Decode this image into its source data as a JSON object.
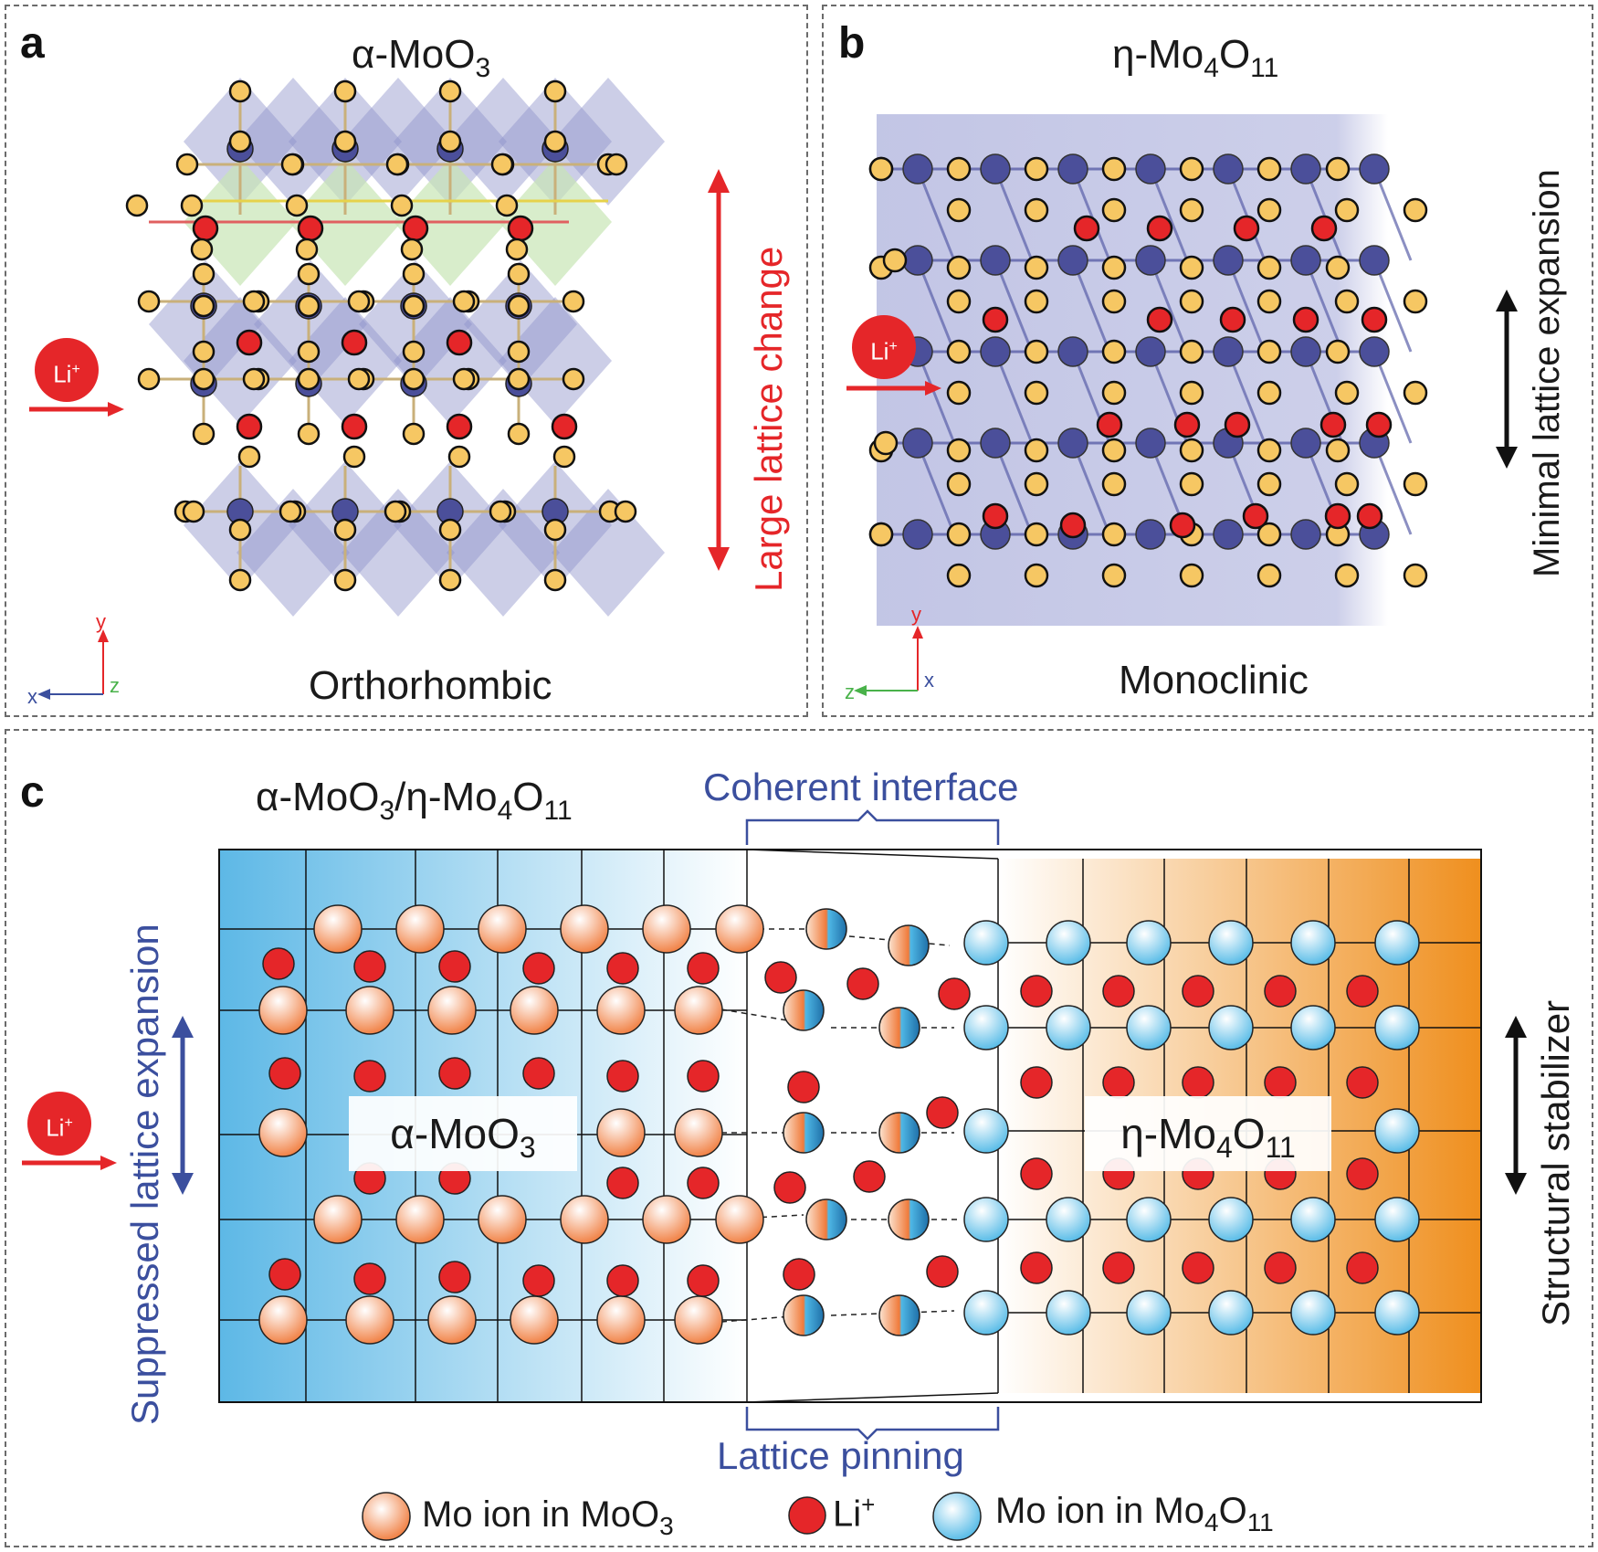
{
  "panel_a": {
    "label": "a",
    "title_prefix": "α-MoO",
    "title_sub": "3",
    "side_label": "Large lattice change",
    "bottom_label": "Orthorhombic",
    "ion_label": "Li",
    "ion_sup": "+",
    "axes": {
      "x": "x",
      "y": "y",
      "z": "z"
    }
  },
  "panel_b": {
    "label": "b",
    "title_prefix": "η-Mo",
    "title_sub1": "4",
    "title_mid": "O",
    "title_sub2": "11",
    "side_label": "Minimal lattice expansion",
    "bottom_label": "Monoclinic",
    "ion_label": "Li",
    "ion_sup": "+",
    "axes": {
      "x": "x",
      "y": "y",
      "z": "z"
    }
  },
  "panel_c": {
    "label": "c",
    "title_a": "α-MoO",
    "title_a_sub": "3",
    "title_sep": "/η-Mo",
    "title_b_sub1": "4",
    "title_b_mid": "O",
    "title_b_sub2": "11",
    "coherent_interface": "Coherent interface",
    "lattice_pinning": "Lattice pinning",
    "left_side_label": "Suppressed lattice expansion",
    "right_side_label": "Structural stabilizer",
    "inner_left_prefix": "α-MoO",
    "inner_left_sub": "3",
    "inner_right_prefix": "η-Mo",
    "inner_right_sub1": "4",
    "inner_right_mid": "O",
    "inner_right_sub2": "11",
    "ion_label": "Li",
    "ion_sup": "+"
  },
  "legend": {
    "mo_moo3_prefix": "Mo ion in MoO",
    "mo_moo3_sub": "3",
    "li_label": "Li",
    "li_sup": "+",
    "mo_mo4o11_prefix": "Mo ion in Mo",
    "mo_mo4o11_sub1": "4",
    "mo_mo4o11_mid": "O",
    "mo_mo4o11_sub2": "11"
  },
  "colors": {
    "li_red": "#e52629",
    "oxygen_yellow": "#f6c763",
    "mo_purple": "#4b4f9a",
    "octahedron_fill": "#8f93c9",
    "moo3_orange": "#f07a3a",
    "mo4o11_blue": "#4fb8e6",
    "label_blue": "#3b4f9e",
    "gradient_left": "#5db8e6",
    "gradient_right": "#ef8f1e"
  }
}
